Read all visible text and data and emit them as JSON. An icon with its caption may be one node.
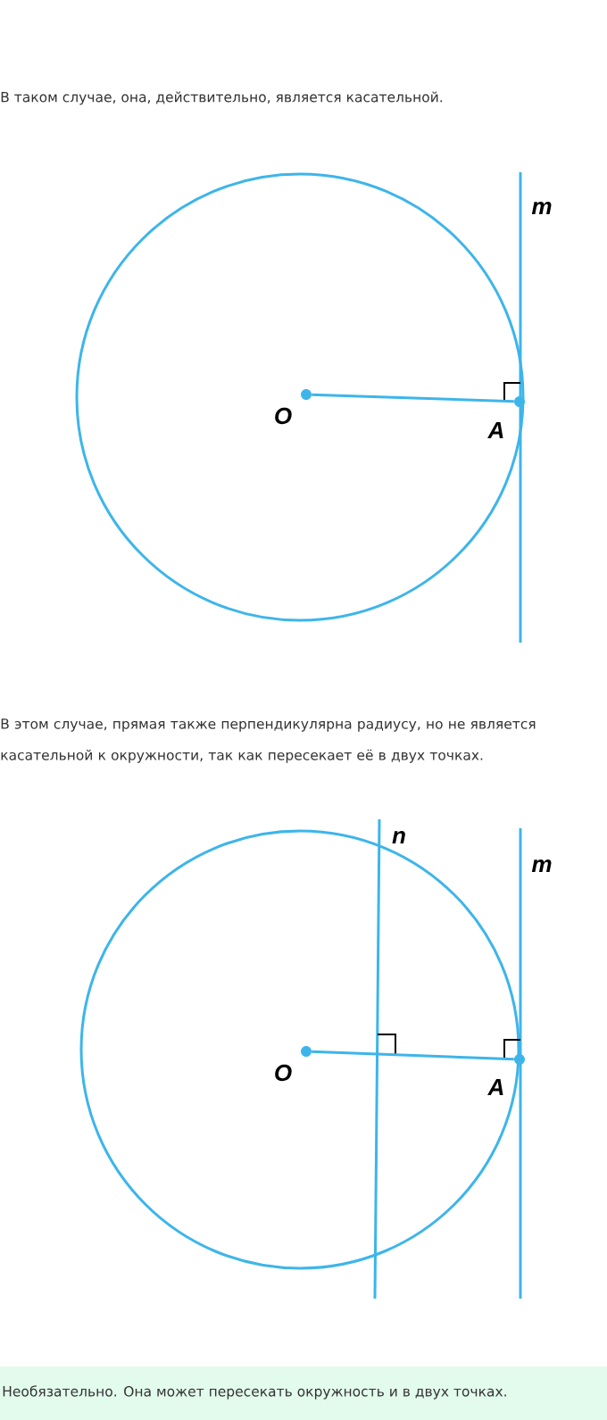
{
  "diagram": {
    "nodes": [
      {
        "text": [],
        "shape": "circle",
        "beside": [
          "O"
        ]
      },
      {
        "text": [],
        "shape": "circle",
        "beside": [
          "A"
        ]
      },
      {
        "text": [],
        "shape": "circle",
        "beside": [
          "O"
        ]
      },
      {
        "text": [],
        "shape": "circle",
        "beside": [
          "A"
        ]
      }
    ],
    "edges": [
      {
        "from": 0,
        "to": 1,
        "arrow": "none"
      },
      {
        "from": 2,
        "to": 3,
        "arrow": "none"
      }
    ],
    "labels": [
      "В таком случае, она, действительно, является касательной.",
      "m",
      "В этом случае, прямая также перпендикулярна радиусу, но не является касательной к окружности, так как пересекает её в двух точках.",
      "n",
      "m",
      "Необязательно. Она может пересекать окружность и в двух точках."
    ]
  }
}
